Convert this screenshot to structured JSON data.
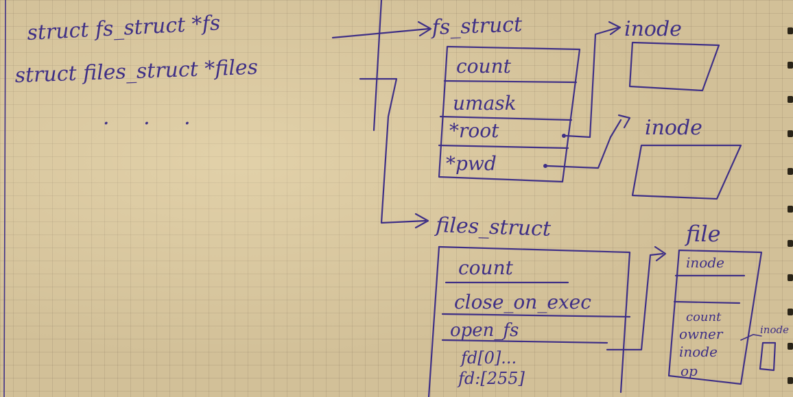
{
  "left_code": {
    "line1": "struct fs_struct *fs",
    "line2": "struct files_struct *files",
    "dots": "· · ·"
  },
  "fs_struct": {
    "title": "fs_struct",
    "fields": [
      "count",
      "umask",
      "*root",
      "*pwd"
    ]
  },
  "inode_top": {
    "title": "inode"
  },
  "inode_mid": {
    "title": "inode"
  },
  "files_struct": {
    "title": "files_struct",
    "fields": [
      "count",
      "close_on_exec",
      "open_fs"
    ],
    "fd_lines": [
      "fd[0]...",
      "fd:[255]"
    ]
  },
  "file": {
    "title": "file",
    "fields": [
      "inode",
      "",
      "count",
      "owner",
      "inode",
      "op"
    ]
  },
  "inode_small": {
    "title": "inode"
  },
  "ink_color": "#3e2f86"
}
